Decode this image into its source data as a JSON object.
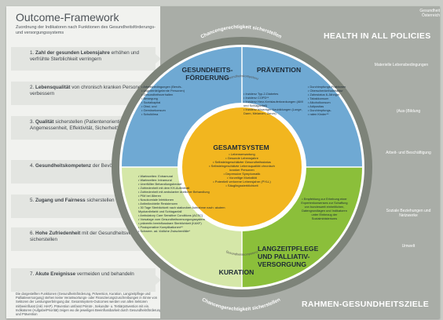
{
  "header": {
    "title": "Outcome-Framework",
    "subtitle": "Zuordnung der Indikatoren nach Funktionen des Gesundheitsförderungs- und versorgungssystems",
    "logo_text": "Gesundheit Österreich"
  },
  "goals": [
    {
      "num": "1.",
      "bold": "Zahl der gesunden Lebensjahre",
      "rest": " erhöhen und verfrühte Sterblichkeit verringern"
    },
    {
      "num": "2.",
      "bold": "Lebensqualität",
      "rest": " von chronisch kranken Personen verbessern"
    },
    {
      "num": "3.",
      "bold": "Qualität",
      "rest": " sicherstellen (Patientenorientierung, Angemessenheit, Effektivität, Sicherheit)"
    },
    {
      "num": "4.",
      "bold": "Gesundheitskompetenz",
      "rest": " der Bevölkerung stärken"
    },
    {
      "num": "5.",
      "bold": "Zugang und Fairness",
      "rest": " sicherstellen"
    },
    {
      "num": "6.",
      "bold": "Hohe Zufriedenheit",
      "rest": " mit der Gesundheitsversorgung sicherstellen"
    },
    {
      "num": "7.",
      "bold": "Akute Ereignisse",
      "rest": " vermeiden und behandeln"
    }
  ],
  "footnote": "Die dargestellten Funktionen (Gesundheitsförderung, Prävention, Kuration, Langzeitpflege und Palliativversorgung) stehen keine Verantwortungs- oder Finanzierungszuschreibungen in Sinne von Sektoren der Leistungserbringung dar. Gesamtsystem-Outcomes werden von allen Sektoren mitbeeinflusst (inkl. HiAP). Prävention umfasst Primär-, Sekundär- u. Tertiärprävention mit ein. Indikatoren (Aufgabe/Priorität) zeigen wo die jeweiligen Beeinflussbarkeit durch Gesundheitsförderung und Prävention",
  "right_panel": {
    "top_title": "HEALTH IN ALL POLICIES",
    "bottom_title": "RAHMEN-GESUNDHEITSZIELE",
    "labels": [
      "Materielle Lebensbedingungen",
      "(Aus-)Bildung",
      "Arbeit- und Beschäftigung",
      "Soziale Beziehungen und Netzwerke",
      "Umwelt"
    ]
  },
  "wheel": {
    "ring_top": "Chancengerechtigkeit sicherstellen",
    "ring_bottom": "Chancengerechtigkeit sicherstellen",
    "small_band_top": "Gesundheitskompetenz",
    "small_band_bottom": "Gesundheitskompetenz",
    "colors": {
      "blue": "#6fa9d3",
      "green": "#8bbf3a",
      "core": "#f2b61f",
      "ring": "#7d8379",
      "inner_ring": "#ffffff",
      "lightgreen": "#d5e7a8"
    },
    "sectors": {
      "gesundheitsfoerderung": {
        "title": "GESUNDHEITS-\nFÖRDERUNG",
        "bullets": [
          "Arbeitsbedingungen (Berufs-",
          "ungelernte/gelernte Personen)",
          "Gesundheitsverhalten",
          "Bewegung",
          "Sozialkapital",
          "Obst- und",
          "Gemüsekonsum",
          "Schulklima"
        ]
      },
      "praevention": {
        "title": "PRÄVENTION",
        "bullets": [
          "Inzidenz Typ-2-Diabetes",
          "Inzidenz COPD**",
          "Inzidenz Herz-Kreislauferkrankungen (AMI und Schlaganfall)",
          "Inzidenz bösartiger Neubildungen (Lunge, Darm, Melanom, Zervix)"
        ],
        "bullets_right": [
          "Durchimpfungs-Fraktionen",
          "Oberschenkelhalsfraktur",
          "Zahnstatus 6-Jähriger",
          "Tabakkonsum",
          "Alkoholkonsum",
          "Adipositas",
          "Durchimpfungs-",
          "raten Kinder**"
        ]
      },
      "kuration": {
        "title": "KURATION",
        "bullets": [
          "Wartezeiten: Extramural",
          "Wartezeiten: Intramural",
          "Unerfüllter Behandlungsbedarf",
          "Zufriedenheit mit dem KH-Aufenthalt",
          "Zufriedenheit mit ambulanter ärztlicher Behandlung",
          "PIM bei Älteren",
          "Nosokomiale Infektionen",
          "Antimikrobielle Resistenzen",
          "30 Tage Sterblichkeit nach stationärer Aufnahme nach: akutem Myokardinfarkt und Schlaganfall",
          "Ambulatory Care Sensitive Conditions (ACSC)",
          "Vorsatzge vom Gesundheitsversorgungssystem",
          "präventiv beeinflussbare Sterblichkeit (KAKF)",
          "Postoperative Komplikationen**",
          "Schwere- ad. tödliche Zwischenfälle*"
        ]
      },
      "langzeitpflege": {
        "title": "LANGZEITPFLEGE\nUND PALLIATIV-\nVERSORGUNG",
        "bullets": [
          "Empfehlung zur Erhebung einer Expertenkonsenses zur Schaffung von bundesweit einheitlichen, Datengrundlagen und Indikatoren unter Einbezug der Sozialministeriums"
        ]
      }
    },
    "core": {
      "title": "GESAMTSYSTEM",
      "bullets": [
        "Lebenserwartung",
        "Gesunde Lebensjahre",
        "Selbsteingeschätzter Gesundheitsstatus",
        "Selbsteingeschätzte Lebensqualität chronisch kranker Personen",
        "Depressive Symptomatik",
        "Vorzeitige Mortalität",
        "Potentiell verlorene Lebensjahre (PYLL)",
        "Säuglingssterblichkeit"
      ]
    }
  }
}
